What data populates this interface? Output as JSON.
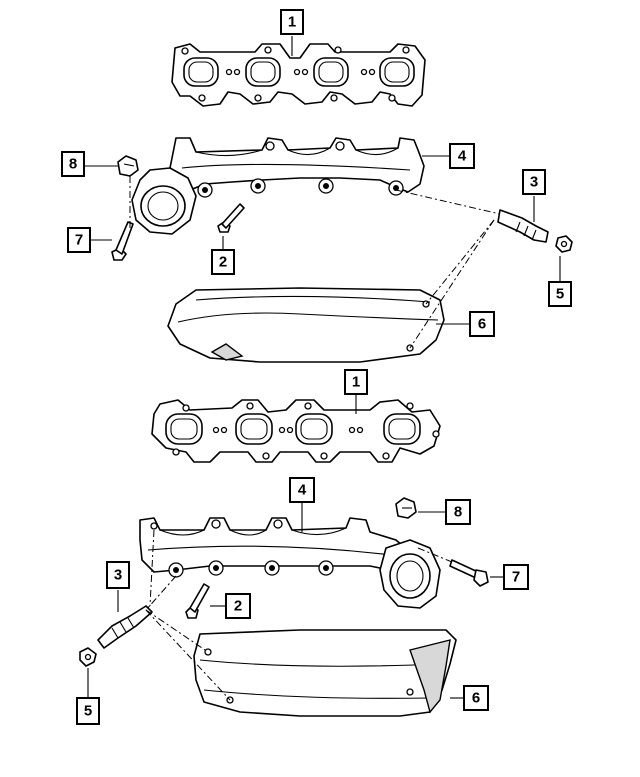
{
  "callouts": [
    {
      "id": "c1-top",
      "label": "1"
    },
    {
      "id": "c8-top",
      "label": "8"
    },
    {
      "id": "c4-top",
      "label": "4"
    },
    {
      "id": "c3-top",
      "label": "3"
    },
    {
      "id": "c7-top",
      "label": "7"
    },
    {
      "id": "c2-top",
      "label": "2"
    },
    {
      "id": "c5-top",
      "label": "5"
    },
    {
      "id": "c6-top",
      "label": "6"
    },
    {
      "id": "c1-bot",
      "label": "1"
    },
    {
      "id": "c4-bot",
      "label": "4"
    },
    {
      "id": "c8-bot",
      "label": "8"
    },
    {
      "id": "c3-bot",
      "label": "3"
    },
    {
      "id": "c7-bot",
      "label": "7"
    },
    {
      "id": "c2-bot",
      "label": "2"
    },
    {
      "id": "c5-bot",
      "label": "5"
    },
    {
      "id": "c6-bot",
      "label": "6"
    }
  ],
  "colors": {
    "line": "#000000",
    "background": "#ffffff",
    "shade": "#d8d8d8"
  }
}
